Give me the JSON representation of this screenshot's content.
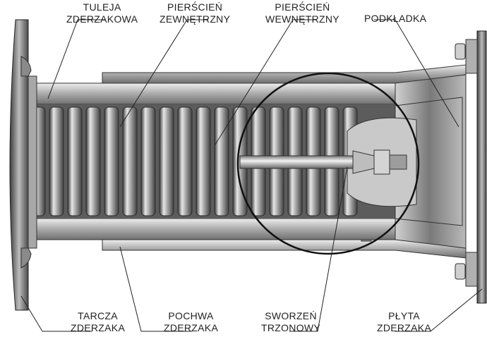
{
  "labels": {
    "tuleja": {
      "line1": "TULEJA",
      "line2": "ZDERZAKOWA"
    },
    "pierscien_zew": {
      "line1": "PIERŚCIEŃ",
      "line2": "ZEWNĘTRZNY"
    },
    "pierscien_wew": {
      "line1": "PIERŚCIEŃ",
      "line2": "WEWNĘTRZNY"
    },
    "podkladka": {
      "line1": "PODKŁADKA"
    },
    "tarcza": {
      "line1": "TARCZA",
      "line2": "ZDERZAKA"
    },
    "pochwa": {
      "line1": "POCHWA",
      "line2": "ZDERZAKA"
    },
    "sworzen": {
      "line1": "SWORZEŃ",
      "line2": "TRZONOWY"
    },
    "plyta": {
      "line1": "PŁYTA",
      "line2": "ZDERZAKA"
    }
  },
  "colors": {
    "steel_dark": "#4a4a4a",
    "steel_mid": "#8a8a8a",
    "steel_light": "#d8d8d8",
    "leader": "#222222"
  }
}
